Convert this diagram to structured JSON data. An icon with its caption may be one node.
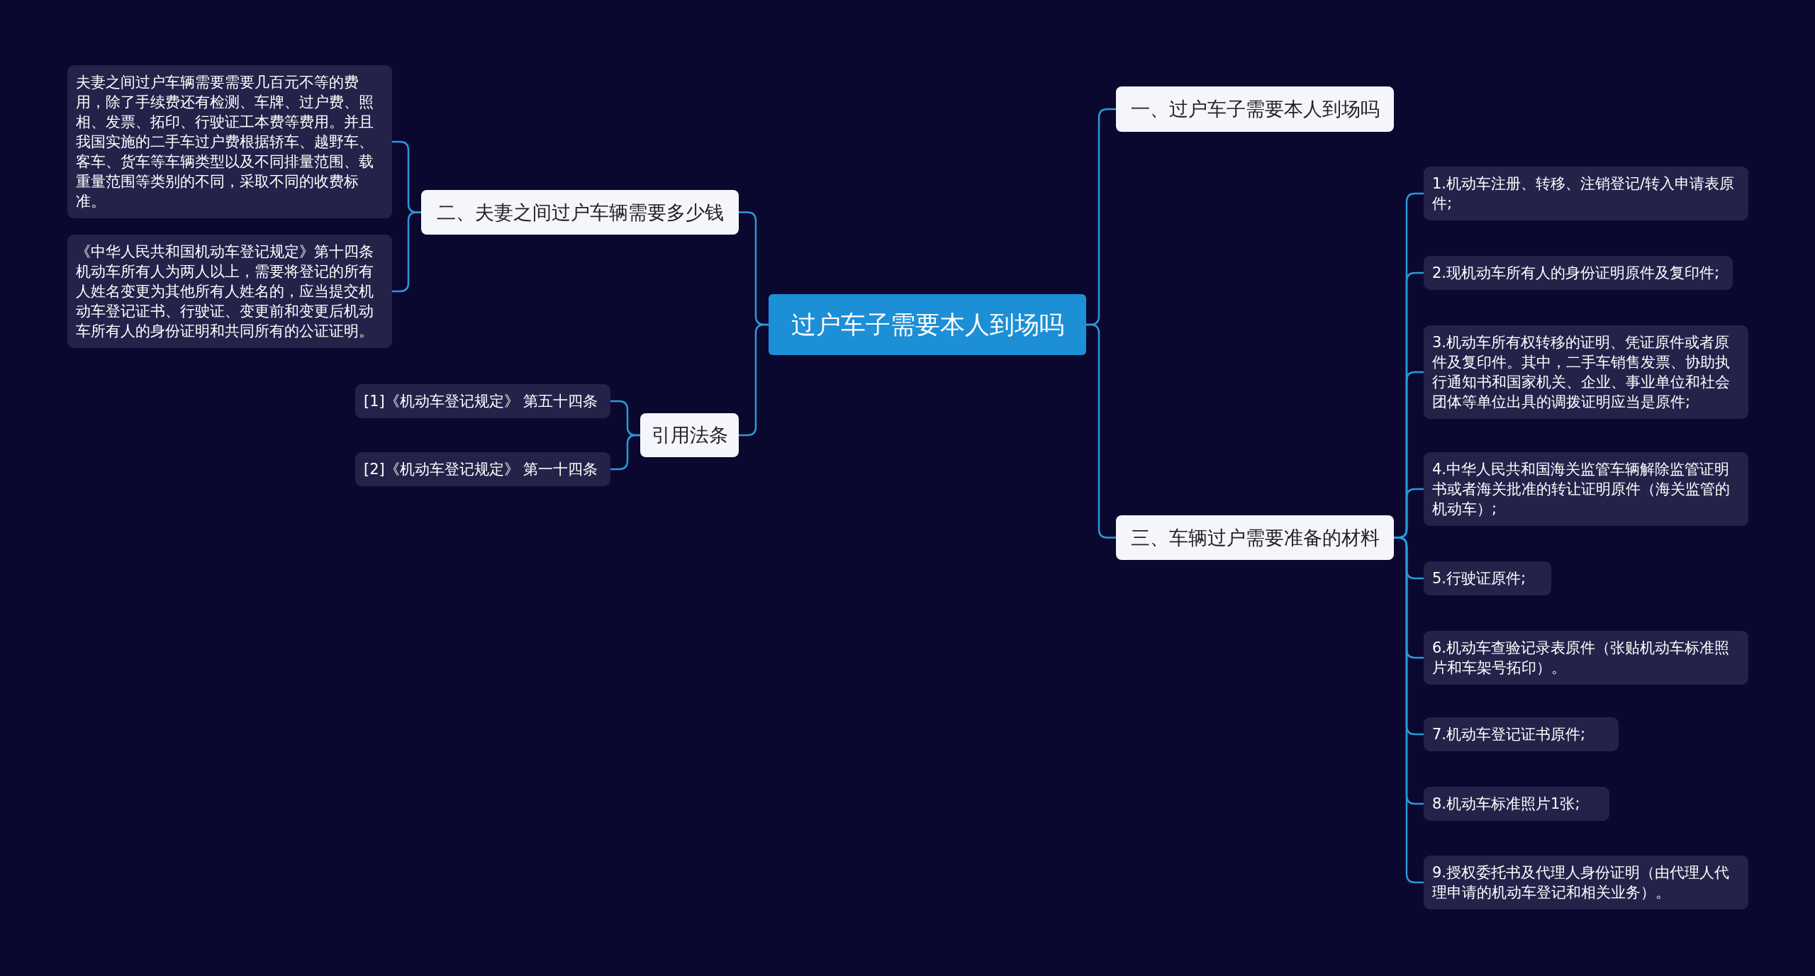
{
  "diagram": {
    "nodes": [
      {
        "text": [
          "过户车子需要本人到场吗"
        ]
      },
      {
        "text": [
          "二、夫妻之间过户车辆需要多少钱"
        ]
      },
      {
        "text": [
          "夫妻之间过户车辆需要需要几百元不等的费用，除了手续费还有检测、车牌、过户费、照相、发票、拓印、行驶证工本费等费用。并且我国实施的二手车过户费根据轿车、越野车、客车、货车等车辆类型以及不同排量范围、载重量范围等类别的不同，采取不同的收费标准。"
        ]
      },
      {
        "text": [
          "《中华人民共和国机动车登记规定》第十四条机动车所有人为两人以上，需要将登记的所有人姓名变更为其他所有人姓名的，应当提交机动车登记证书、行驶证、变更前和变更后机动车所有人的身份证明和共同所有的公证证明。"
        ]
      },
      {
        "text": [
          "引用法条"
        ]
      },
      {
        "text": [
          "[1]《机动车登记规定》 第五十四条"
        ]
      },
      {
        "text": [
          "[2]《机动车登记规定》 第一十四条"
        ]
      },
      {
        "text": [
          "一、过户车子需要本人到场吗"
        ]
      },
      {
        "text": [
          "三、车辆过户需要准备的材料"
        ]
      },
      {
        "text": [
          "1.机动车注册、转移、注销登记/转入申请表原件;"
        ]
      },
      {
        "text": [
          "2.现机动车所有人的身份证明原件及复印件;"
        ]
      },
      {
        "text": [
          "3.机动车所有权转移的证明、凭证原件或者原件及复印件。其中，二手车销售发票、协助执行通知书和国家机关、企业、事业单位和社会团体等单位出具的调拨证明应当是原件;"
        ]
      },
      {
        "text": [
          "4.中华人民共和国海关监管车辆解除监管证明书或者海关批准的转让证明原件（海关监管的机动车）;"
        ]
      },
      {
        "text": [
          "5.行驶证原件;"
        ]
      },
      {
        "text": [
          "6.机动车查验记录表原件（张贴机动车标准照片和车架号拓印）。"
        ]
      },
      {
        "text": [
          "7.机动车登记证书原件;"
        ]
      },
      {
        "text": [
          "8.机动车标准照片1张;"
        ]
      },
      {
        "text": [
          "9.授权委托书及代理人身份证明（由代理人代理申请的机动车登记和相关业务）。"
        ]
      }
    ],
    "edges": [
      {
        "from": 0,
        "to": 1,
        "arrow": "none"
      },
      {
        "from": 1,
        "to": 2,
        "arrow": "none"
      },
      {
        "from": 1,
        "to": 3,
        "arrow": "none"
      },
      {
        "from": 0,
        "to": 4,
        "arrow": "none"
      },
      {
        "from": 4,
        "to": 5,
        "arrow": "none"
      },
      {
        "from": 4,
        "to": 6,
        "arrow": "none"
      },
      {
        "from": 0,
        "to": 7,
        "arrow": "none"
      },
      {
        "from": 0,
        "to": 8,
        "arrow": "none"
      },
      {
        "from": 8,
        "to": 9,
        "arrow": "none"
      },
      {
        "from": 8,
        "to": 10,
        "arrow": "none"
      },
      {
        "from": 8,
        "to": 11,
        "arrow": "none"
      },
      {
        "from": 8,
        "to": 12,
        "arrow": "none"
      },
      {
        "from": 8,
        "to": 13,
        "arrow": "none"
      },
      {
        "from": 8,
        "to": 14,
        "arrow": "none"
      },
      {
        "from": 8,
        "to": 15,
        "arrow": "none"
      },
      {
        "from": 8,
        "to": 16,
        "arrow": "none"
      },
      {
        "from": 8,
        "to": 17,
        "arrow": "none"
      }
    ]
  }
}
